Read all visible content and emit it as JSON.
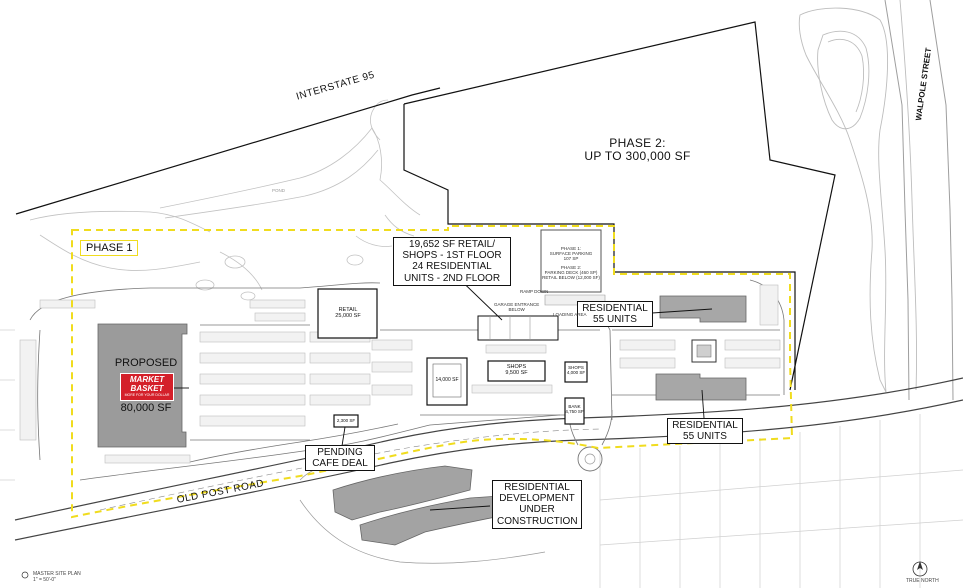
{
  "map": {
    "highway": "INTERSTATE 95",
    "road_south": "OLD POST ROAD",
    "road_east": "WALPOLE STREET",
    "phase1_label": "PHASE 1",
    "phase2_line1": "PHASE 2:",
    "phase2_line2": "UP TO 300,000 SF",
    "mixed_use": [
      "19,652 SF RETAIL/",
      "SHOPS - 1ST FLOOR",
      "24 RESIDENTIAL",
      "UNITS - 2ND FLOOR"
    ],
    "anchor": {
      "line1": "PROPOSED",
      "line2": "80,000 SF"
    },
    "logo": {
      "top": "MARKET",
      "bottom": "BASKET",
      "tag": "MORE FOR YOUR DOLLAR"
    },
    "residential_north": [
      "RESIDENTIAL",
      "55 UNITS"
    ],
    "residential_south": [
      "RESIDENTIAL",
      "55 UNITS"
    ],
    "cafe": [
      "PENDING",
      "CAFE DEAL"
    ],
    "construction": [
      "RESIDENTIAL",
      "DEVELOPMENT",
      "UNDER",
      "CONSTRUCTION"
    ],
    "retail_bldg": [
      "RETAIL",
      "25,000 SF"
    ],
    "bldg_14000": "14,000 SF",
    "shops_a": [
      "SHOPS",
      "9,500 SF"
    ],
    "shops_b": [
      "SHOPS",
      "4,000 SF"
    ],
    "bank": [
      "BANK",
      "4,750 SF"
    ],
    "cafe_bldg": "2,300 SF",
    "garage_note": [
      "PHASE 1:",
      "SURFACE PARKING",
      "107 SP",
      "PHASE 2:",
      "PARKING DECK (460 SP)",
      "RETAIL BELOW (12,000 SF)"
    ],
    "ramp": "RAMP DOWN",
    "garage_entrance": [
      "GARAGE ENTRANCE",
      "BELOW"
    ],
    "loading": "LOADING AREA",
    "pond": "POND",
    "footer_title": "MASTER SITE PLAN",
    "footer_scale": "1\" = 50'-0\"",
    "north": "TRUE NORTH"
  },
  "colors": {
    "line": "#111111",
    "phase1_boundary": "#f0dc1e",
    "building": "#a7a7a7",
    "anchor_building": "#9b9b9b",
    "logo_red": "#d4202a",
    "faint": "#bdbdbd",
    "parking": "#c4c4c4"
  },
  "icons": [
    "north-arrow-icon",
    "scale-bar-icon"
  ]
}
